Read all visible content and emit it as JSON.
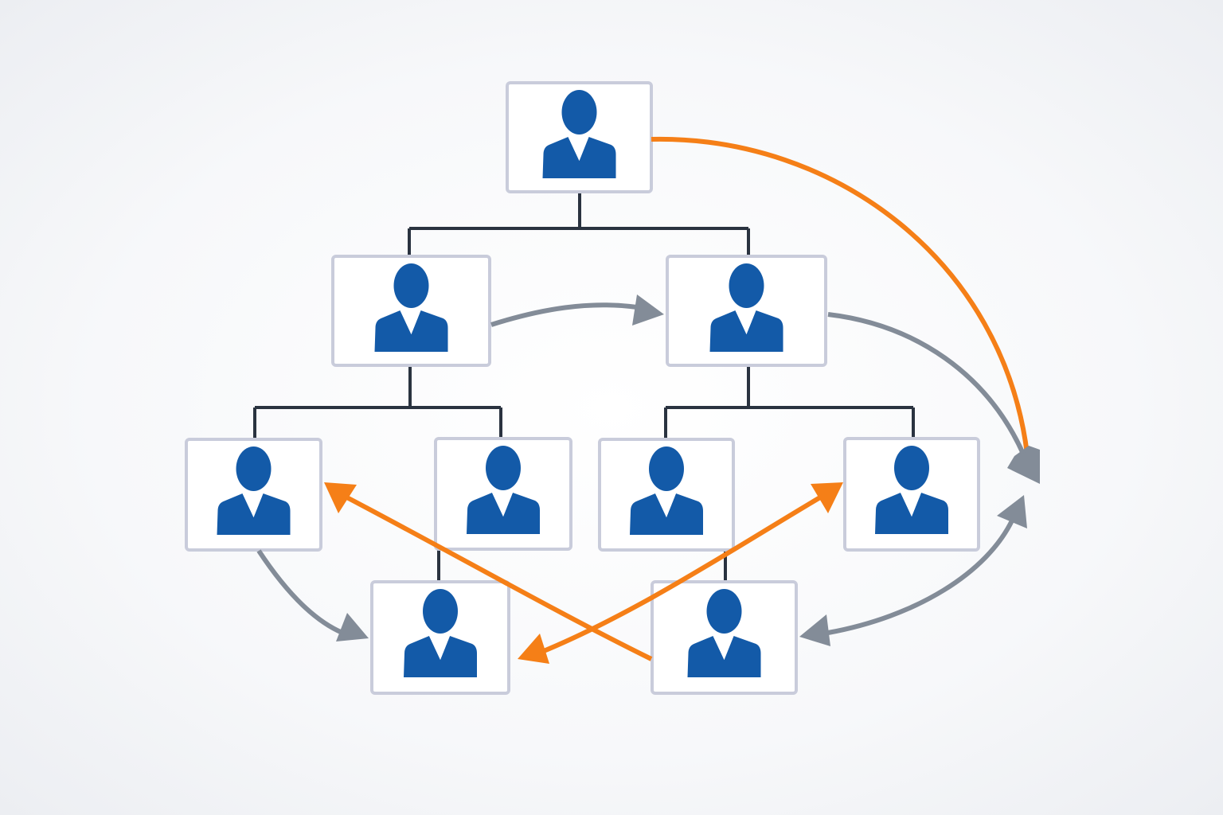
{
  "colors": {
    "node_border": "#c9ccdb",
    "node_fill": "#ffffff",
    "person": "#135aa8",
    "hierarchy_line": "#2a3340",
    "orange_arrow": "#f57f17",
    "gray_arrow": "#838c98"
  },
  "icons": {
    "node_icon": "person-icon"
  },
  "nodes": [
    {
      "id": "top",
      "level": 1
    },
    {
      "id": "l2-left",
      "level": 2
    },
    {
      "id": "l2-right",
      "level": 2
    },
    {
      "id": "l3-1",
      "level": 3
    },
    {
      "id": "l3-2",
      "level": 3
    },
    {
      "id": "l3-3",
      "level": 3
    },
    {
      "id": "l3-4",
      "level": 3
    },
    {
      "id": "l4-1",
      "level": 4
    },
    {
      "id": "l4-2",
      "level": 4
    }
  ]
}
